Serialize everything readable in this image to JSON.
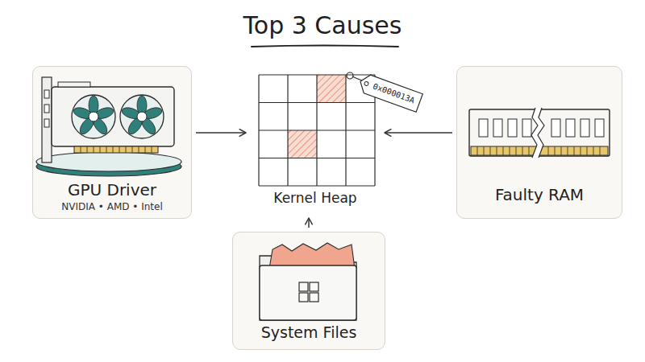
{
  "diagram": {
    "title": "Top 3 Causes",
    "nodes": [
      {
        "text": [
          "GPU Driver",
          "NVIDIA • AMD • Intel"
        ]
      },
      {
        "text": [
          "Kernel Heap"
        ]
      },
      {
        "text": [
          "Faulty RAM"
        ]
      },
      {
        "text": [
          "System Files"
        ]
      }
    ],
    "edges": [
      {
        "from": 0,
        "to": 1,
        "arrow": "to"
      },
      {
        "from": 2,
        "to": 1,
        "arrow": "to"
      },
      {
        "from": 3,
        "to": 1,
        "arrow": "to"
      }
    ],
    "labels": [
      "0x000013A"
    ]
  }
}
